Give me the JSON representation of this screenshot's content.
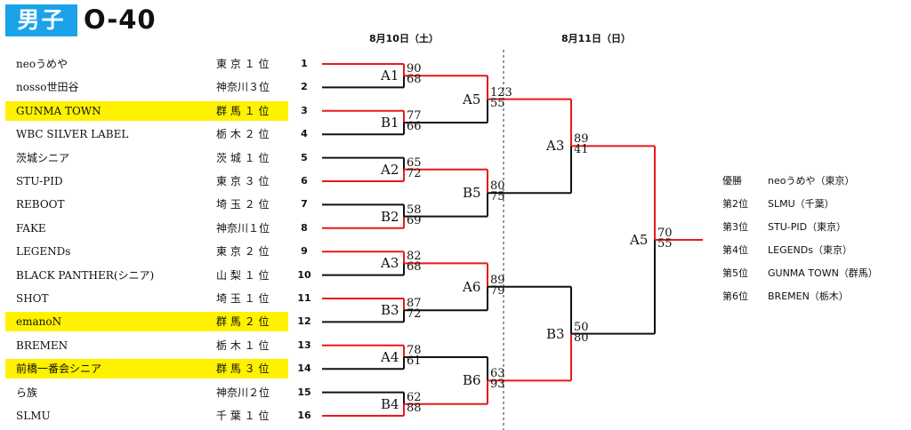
{
  "header": {
    "badge": "男子",
    "category": "O-40"
  },
  "dates": {
    "day1": "8月10日（土）",
    "day2": "8月11日（日）"
  },
  "teams": [
    {
      "seed": "1",
      "name": "neoうめや",
      "pref": "東 京 １ 位",
      "highlight": false
    },
    {
      "seed": "2",
      "name": "nosso世田谷",
      "pref": "神奈川３位",
      "highlight": false
    },
    {
      "seed": "3",
      "name": "GUNMA TOWN",
      "pref": "群 馬 １ 位",
      "highlight": true
    },
    {
      "seed": "4",
      "name": "WBC SILVER LABEL",
      "pref": "栃 木 ２ 位",
      "highlight": false
    },
    {
      "seed": "5",
      "name": "茨城シニア",
      "pref": "茨 城 １ 位",
      "highlight": false
    },
    {
      "seed": "6",
      "name": "STU-PID",
      "pref": "東 京 ３ 位",
      "highlight": false
    },
    {
      "seed": "7",
      "name": "REBOOT",
      "pref": "埼 玉 ２ 位",
      "highlight": false
    },
    {
      "seed": "8",
      "name": "FAKE",
      "pref": "神奈川１位",
      "highlight": false
    },
    {
      "seed": "9",
      "name": "LEGENDs",
      "pref": "東 京 ２ 位",
      "highlight": false
    },
    {
      "seed": "10",
      "name": "BLACK PANTHER(シニア)",
      "pref": "山 梨 １ 位",
      "highlight": false
    },
    {
      "seed": "11",
      "name": "SHOT",
      "pref": "埼 玉 １ 位",
      "highlight": false
    },
    {
      "seed": "12",
      "name": "emanoN",
      "pref": "群 馬 ２ 位",
      "highlight": true
    },
    {
      "seed": "13",
      "name": "BREMEN",
      "pref": "栃 木 １ 位",
      "highlight": false
    },
    {
      "seed": "14",
      "name": "前橋一番会シニア",
      "pref": "群 馬 ３ 位",
      "highlight": true
    },
    {
      "seed": "15",
      "name": "ら族",
      "pref": "神奈川２位",
      "highlight": false
    },
    {
      "seed": "16",
      "name": "SLMU",
      "pref": "千 葉 １ 位",
      "highlight": false
    }
  ],
  "matches": {
    "r1": [
      {
        "label": "A1",
        "top": "90",
        "bottom": "68",
        "winner": "top"
      },
      {
        "label": "B1",
        "top": "77",
        "bottom": "66",
        "winner": "top"
      },
      {
        "label": "A2",
        "top": "65",
        "bottom": "72",
        "winner": "bottom"
      },
      {
        "label": "B2",
        "top": "58",
        "bottom": "69",
        "winner": "bottom"
      },
      {
        "label": "A3",
        "top": "82",
        "bottom": "68",
        "winner": "top"
      },
      {
        "label": "B3",
        "top": "87",
        "bottom": "72",
        "winner": "top"
      },
      {
        "label": "A4",
        "top": "78",
        "bottom": "61",
        "winner": "top"
      },
      {
        "label": "B4",
        "top": "62",
        "bottom": "88",
        "winner": "bottom"
      }
    ],
    "r2": [
      {
        "label": "A5",
        "top": "123",
        "bottom": "55",
        "winner": "top"
      },
      {
        "label": "B5",
        "top": "80",
        "bottom": "75",
        "winner": "top"
      },
      {
        "label": "A6",
        "top": "89",
        "bottom": "79",
        "winner": "top"
      },
      {
        "label": "B6",
        "top": "63",
        "bottom": "93",
        "winner": "bottom"
      }
    ],
    "r3": [
      {
        "label": "A3",
        "top": "89",
        "bottom": "41",
        "winner": "top"
      },
      {
        "label": "B3",
        "top": "50",
        "bottom": "80",
        "winner": "bottom"
      }
    ],
    "final": {
      "label": "A5",
      "top": "70",
      "bottom": "55",
      "winner": "top"
    }
  },
  "results": [
    {
      "rank": "優勝",
      "team": "neoうめや（東京）"
    },
    {
      "rank": "第2位",
      "team": "SLMU（千葉）"
    },
    {
      "rank": "第3位",
      "team": "STU-PID（東京）"
    },
    {
      "rank": "第4位",
      "team": "LEGENDs（東京）"
    },
    {
      "rank": "第5位",
      "team": "GUNMA TOWN（群馬）"
    },
    {
      "rank": "第6位",
      "team": "BREMEN（栃木）"
    }
  ],
  "colors": {
    "winner_line": "#e8191c",
    "loser_line": "#111111",
    "highlight": "#fff200",
    "badge": "#1aa3e8"
  }
}
